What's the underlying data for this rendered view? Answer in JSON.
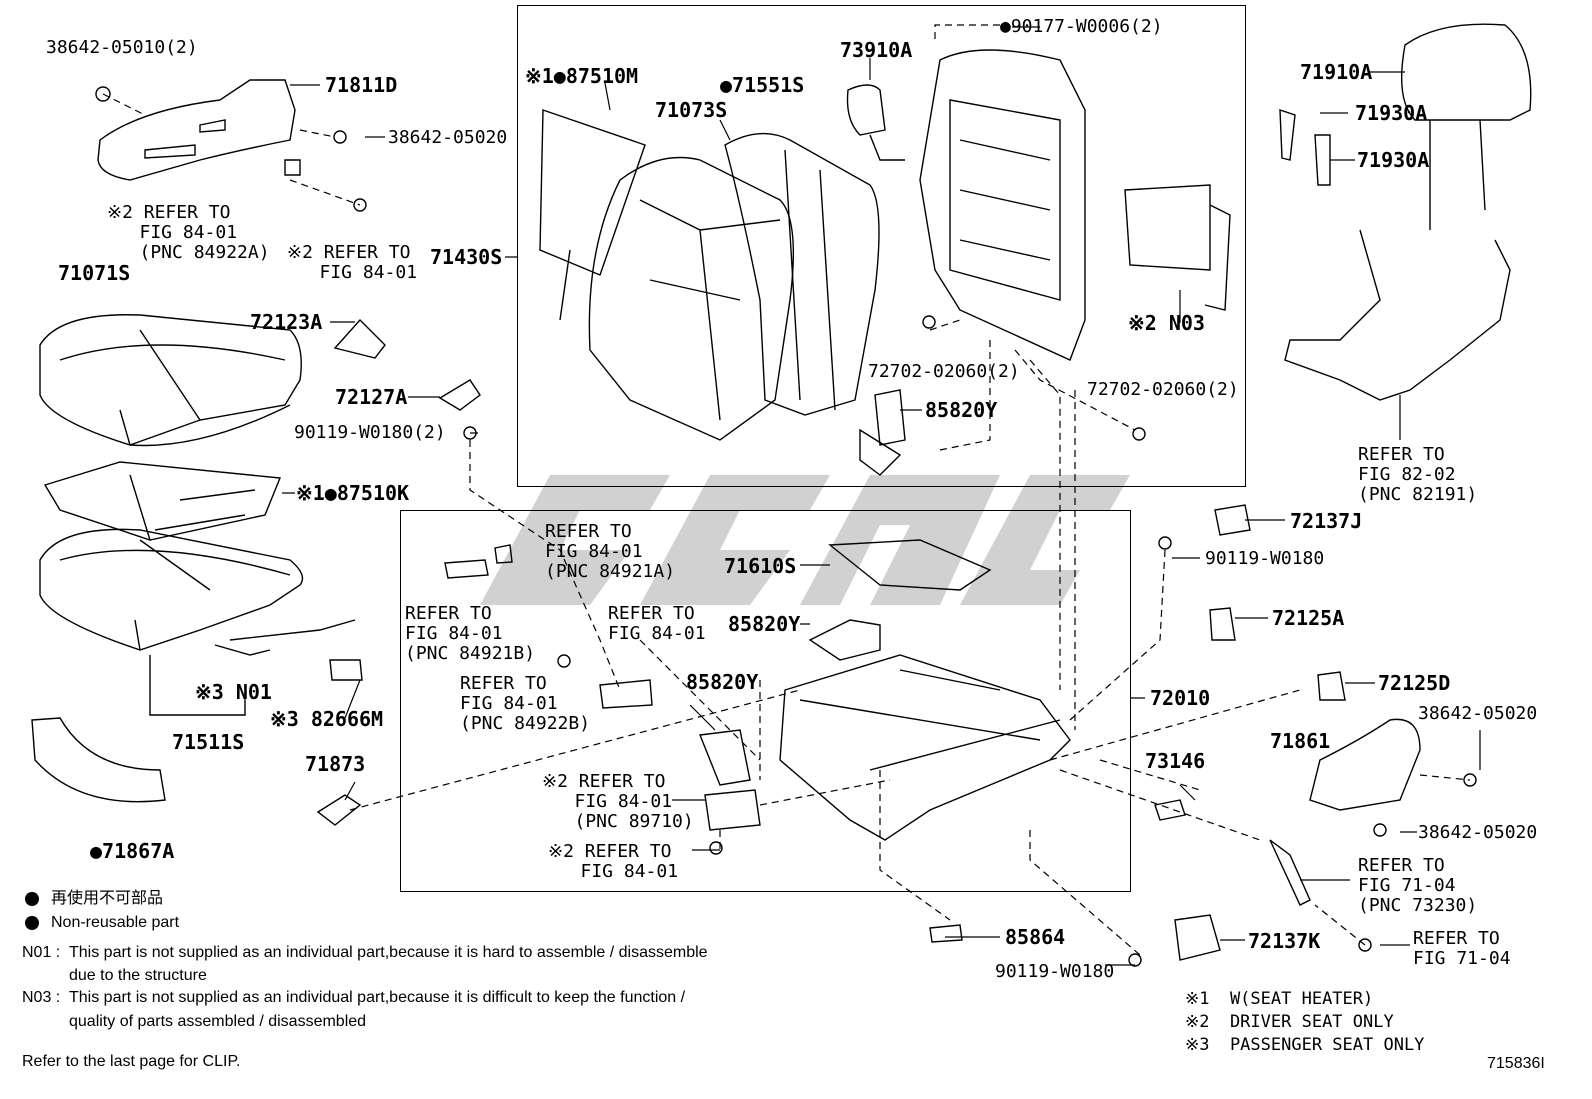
{
  "diagram": {
    "figure_code": "715836I",
    "labels": {
      "l01": "38642-05010(2)",
      "l02": "71811D",
      "l03": "38642-05020",
      "l04": "※2 REFER TO\n   FIG 84-01\n   (PNC 84922A)",
      "l05": "※2 REFER TO\n   FIG 84-01",
      "l06": "71071S",
      "l07": "72123A",
      "l08": "72127A",
      "l09": "90119-W0180(2)",
      "l10": "※1●87510K",
      "l11": "※3 N01",
      "l12": "※3 82666M",
      "l13": "71511S",
      "l14": "71873",
      "l15": "●71867A",
      "l16": "※1●87510M",
      "l17": "71073S",
      "l18": "●71551S",
      "l19": "73910A",
      "l20": "●90177-W0006(2)",
      "l21": "71430S",
      "l22": "※2 N03",
      "l23": "72702-02060(2)",
      "l24": "72702-02060(2)",
      "l25": "85820Y",
      "l26": "71910A",
      "l27": "71930A",
      "l28": "71930A",
      "l29": "REFER TO\nFIG 82-02\n(PNC 82191)",
      "l30": "REFER TO\nFIG 84-01\n(PNC 84921A)",
      "l31": "71610S",
      "l32": "REFER TO\nFIG 84-01\n(PNC 84921B)",
      "l33": "REFER TO\nFIG 84-01",
      "l34": "85820Y",
      "l35": "REFER TO\nFIG 84-01\n(PNC 84922B)",
      "l36": "85820Y",
      "l37": "※2 REFER TO\n   FIG 84-01\n   (PNC 89710)",
      "l38": "※2 REFER TO\n   FIG 84-01",
      "l39": "72137J",
      "l40": "90119-W0180",
      "l41": "72125A",
      "l42": "72010",
      "l43": "72125D",
      "l44": "38642-05020",
      "l45": "71861",
      "l46": "73146",
      "l47": "38642-05020",
      "l48": "REFER TO\nFIG 71-04\n(PNC 73230)",
      "l49": "85864",
      "l50": "72137K",
      "l51": "REFER TO\nFIG 71-04",
      "l52": "90119-W0180"
    },
    "legend": {
      "jp": "再使用不可部品",
      "en": "Non-reusable part"
    },
    "notes": {
      "n01_code": "N01 :",
      "n01_line1": "This part is not supplied as an individual part,because it is hard to assemble / disassemble",
      "n01_line2": "due to the structure",
      "n03_code": "N03 :",
      "n03_line1": "This part is not supplied as an individual part,because it is difficult to keep the function /",
      "n03_line2": "quality of parts assembled / disassembled",
      "clip": "Refer to the last page for CLIP."
    },
    "footnotes": {
      "f1": "※1  W(SEAT HEATER)",
      "f2": "※2  DRIVER SEAT ONLY",
      "f3": "※3  PASSENGER SEAT ONLY"
    },
    "bullet_icon": "filled-circle",
    "line_color": "#000000",
    "watermark_color": "#c8c8c8"
  }
}
